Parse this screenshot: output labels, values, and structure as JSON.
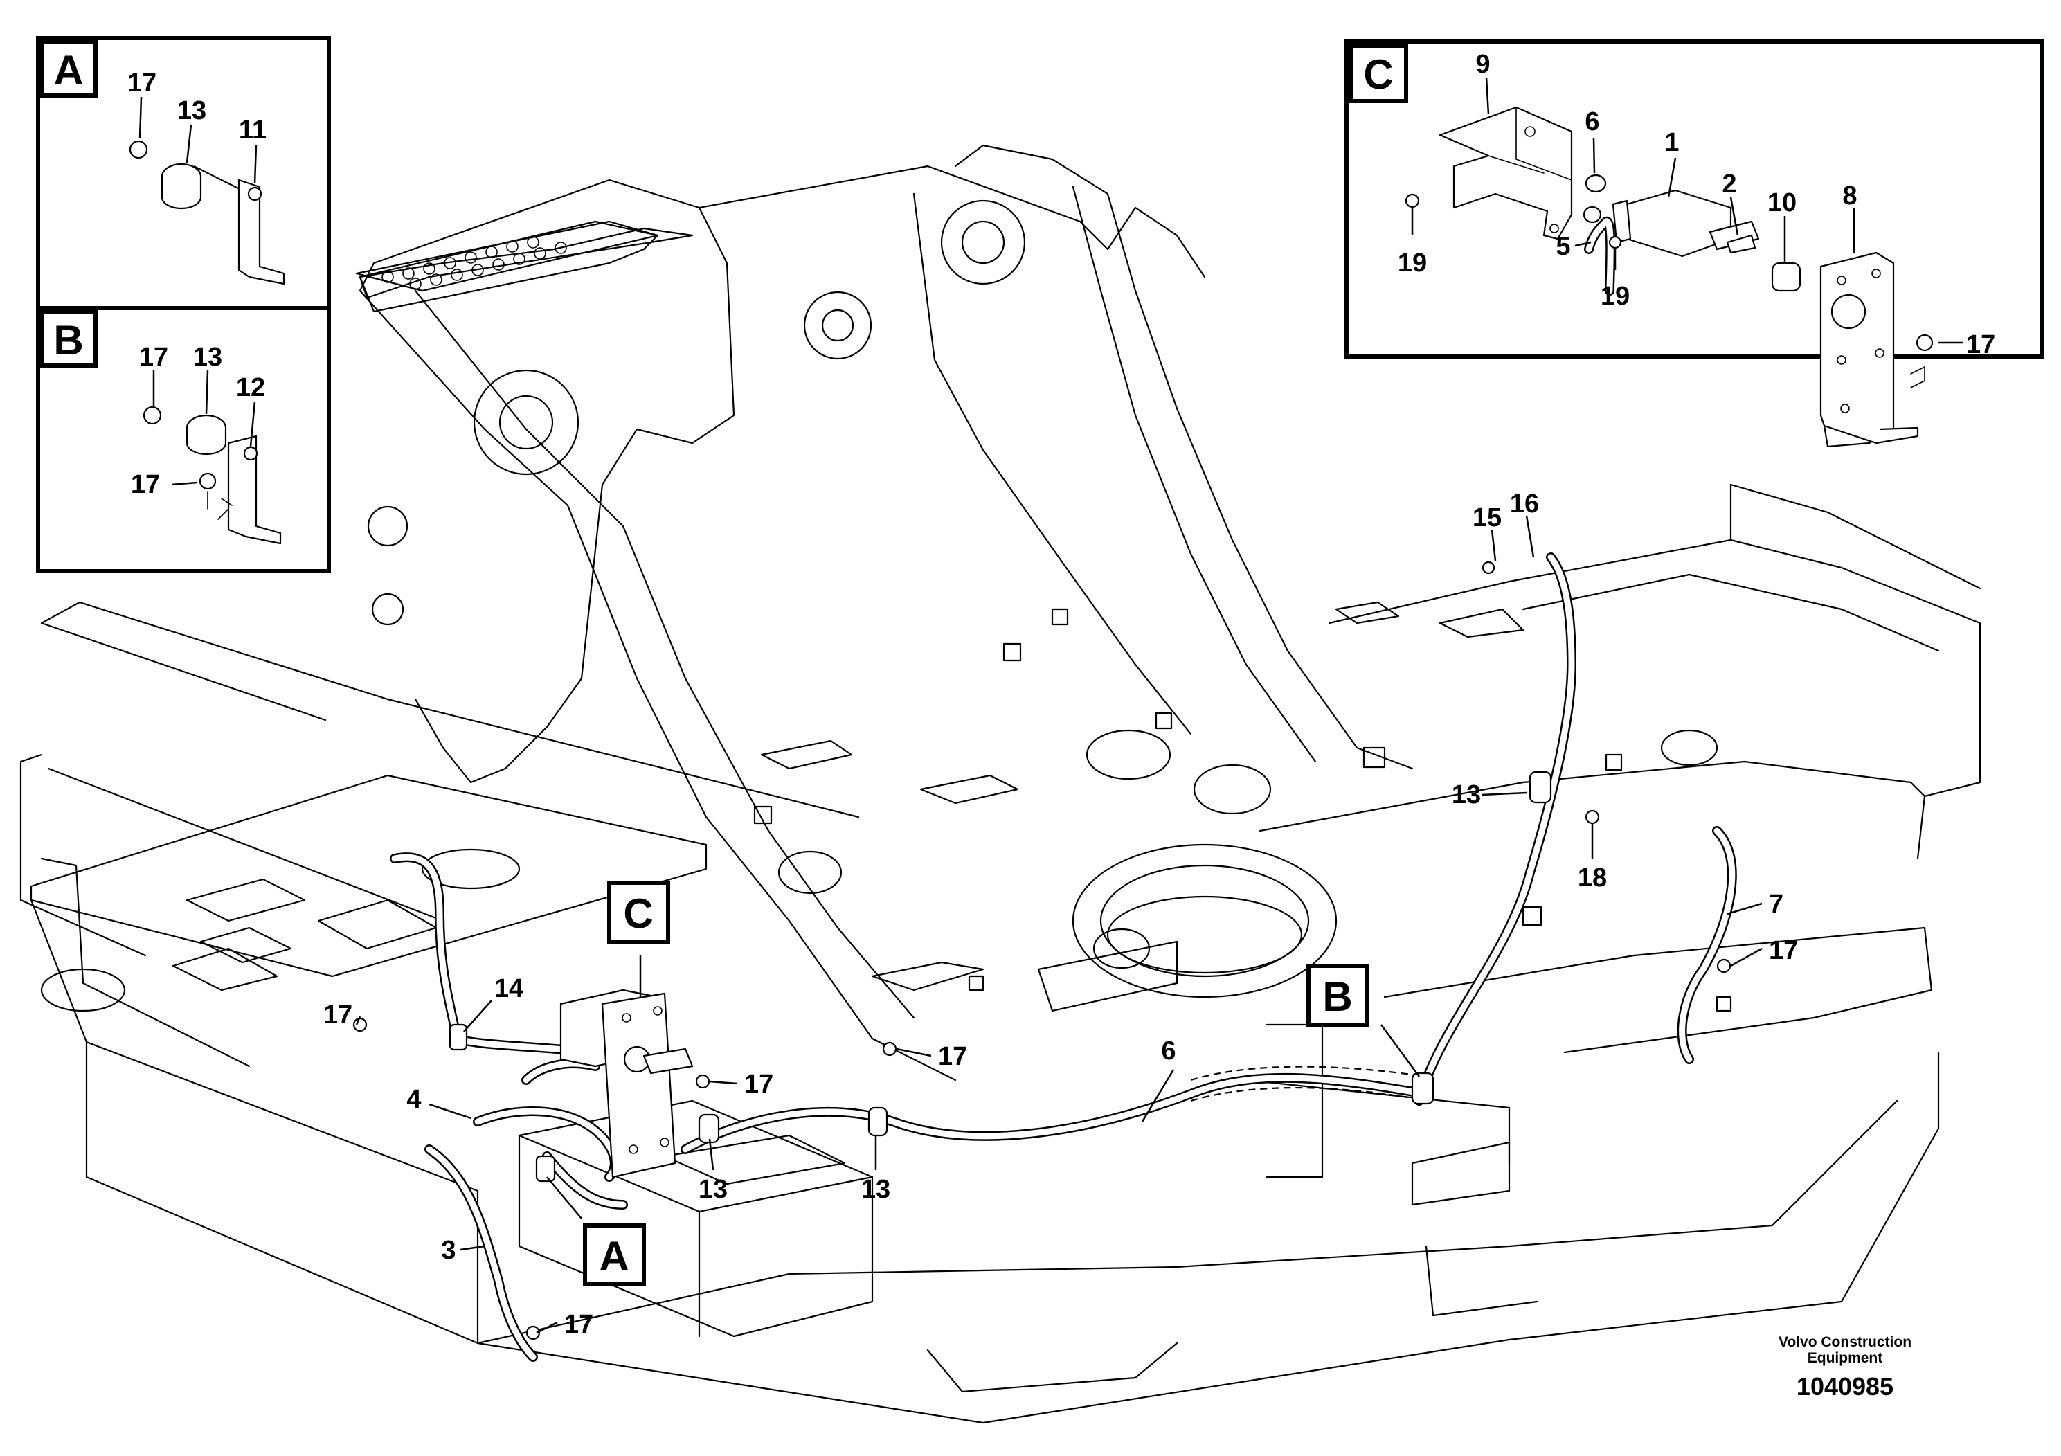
{
  "callouts": {
    "A": "A",
    "B": "B",
    "C": "C"
  },
  "detail_a": {
    "letter": "A",
    "labels": [
      "17",
      "13",
      "11"
    ]
  },
  "detail_b": {
    "letter": "B",
    "labels": [
      "17",
      "13",
      "12",
      "17"
    ]
  },
  "detail_c": {
    "letter": "C",
    "labels": [
      "9",
      "6",
      "1",
      "2",
      "10",
      "8",
      "19",
      "5",
      "19",
      "17"
    ]
  },
  "main_labels": {
    "l15": "15",
    "l16": "16",
    "l13_right": "13",
    "l18": "18",
    "l7": "7",
    "l17_right": "17",
    "l6": "6",
    "l17_mid": "17",
    "l17_c": "17",
    "l14": "14",
    "l17_left": "17",
    "l4": "4",
    "l13_a": "13",
    "l13_b": "13",
    "l3": "3",
    "l17_bottom": "17"
  },
  "footer": {
    "line1": "Volvo Construction",
    "line2": "Equipment",
    "doc_number": "1040985"
  }
}
